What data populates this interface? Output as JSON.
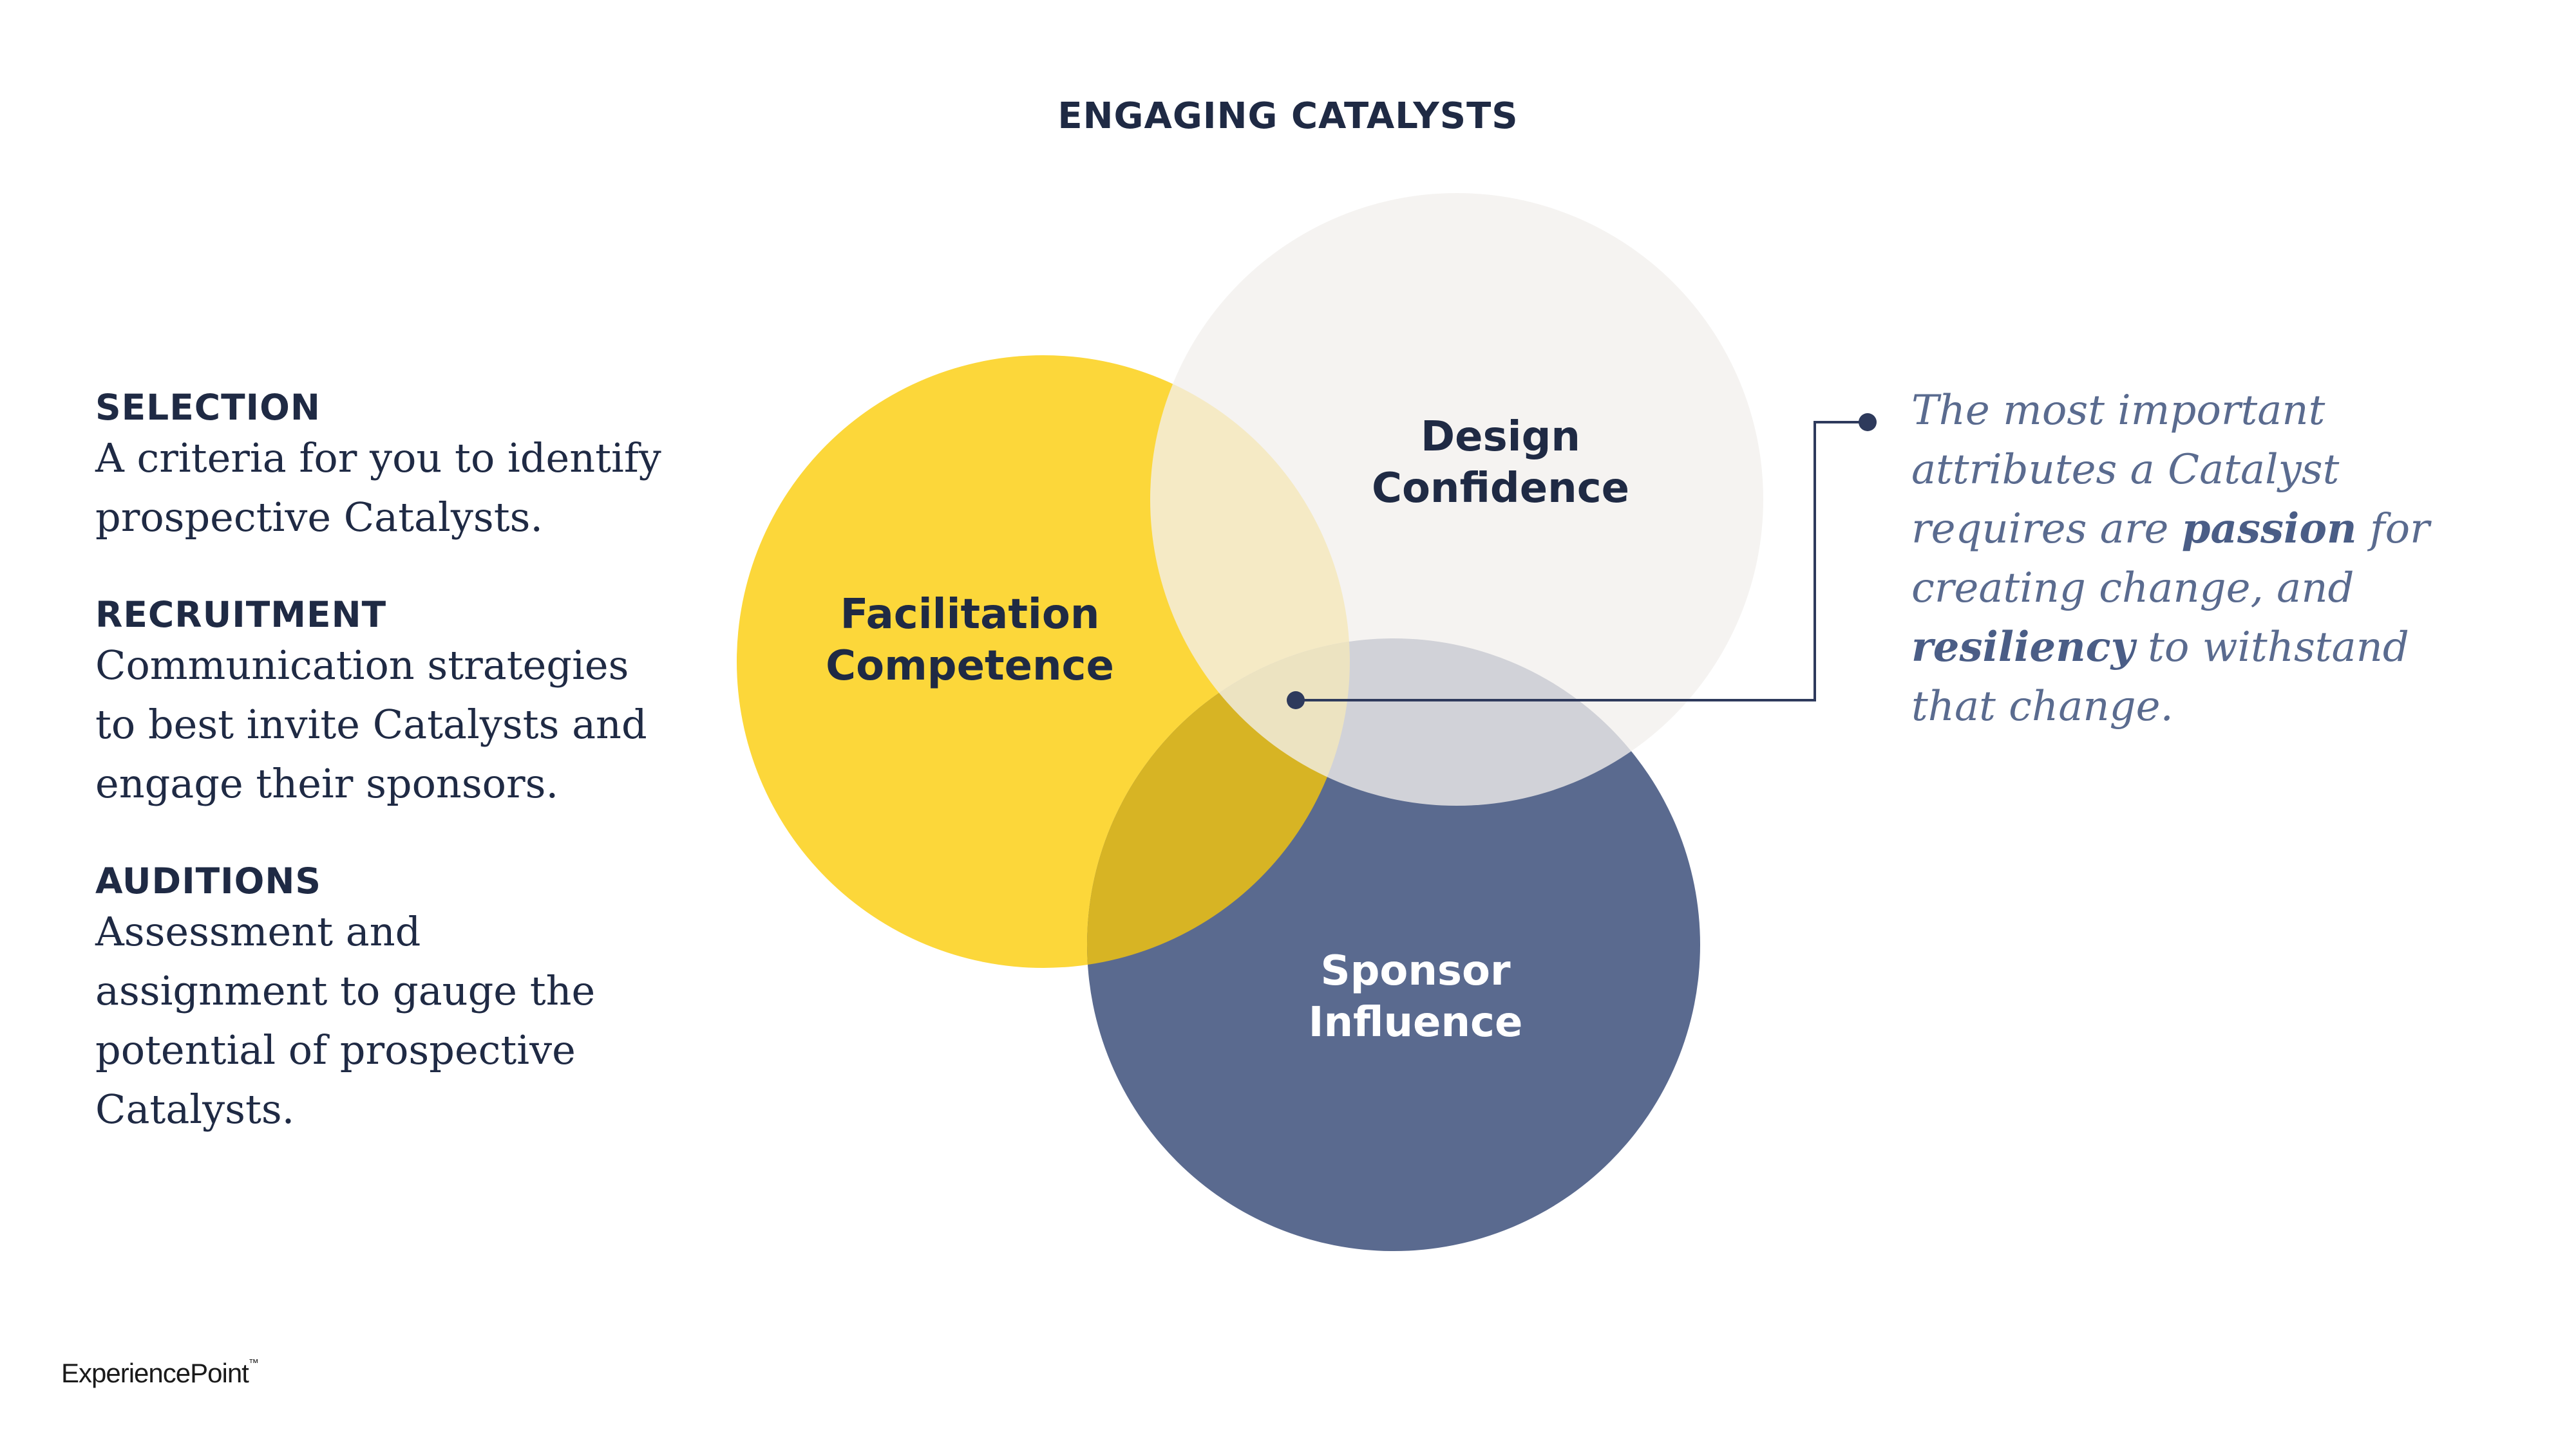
{
  "title": "ENGAGING CATALYSTS",
  "sections": [
    {
      "heading": "SELECTION",
      "body": "A criteria for you to identify prospective Catalysts."
    },
    {
      "heading": "RECRUITMENT",
      "body": "Communication strategies to best invite Catalysts and engage their sponsors."
    },
    {
      "heading": "AUDITIONS",
      "body": "Assessment and assignment to gauge the potential of prospective Catalysts."
    }
  ],
  "venn": {
    "circles": [
      {
        "label_line1": "Facilitation",
        "label_line2": "Competence",
        "color": "#fcd73a"
      },
      {
        "label_line1": "Design",
        "label_line2": "Confidence",
        "color": "#f2efed"
      },
      {
        "label_line1": "Sponsor",
        "label_line2": "Influence",
        "color": "#5a6a8f"
      }
    ],
    "label_dark_color": "#1f2a44",
    "label_light_color": "#ffffff"
  },
  "callout": {
    "part1": "The most important attributes a Catalyst requires are ",
    "emphasis1": "passion",
    "part2": " for creating change, and ",
    "emphasis2": "resiliency",
    "part3": " to withstand that change."
  },
  "logo": {
    "text": "ExperiencePoint",
    "mark": "™"
  }
}
